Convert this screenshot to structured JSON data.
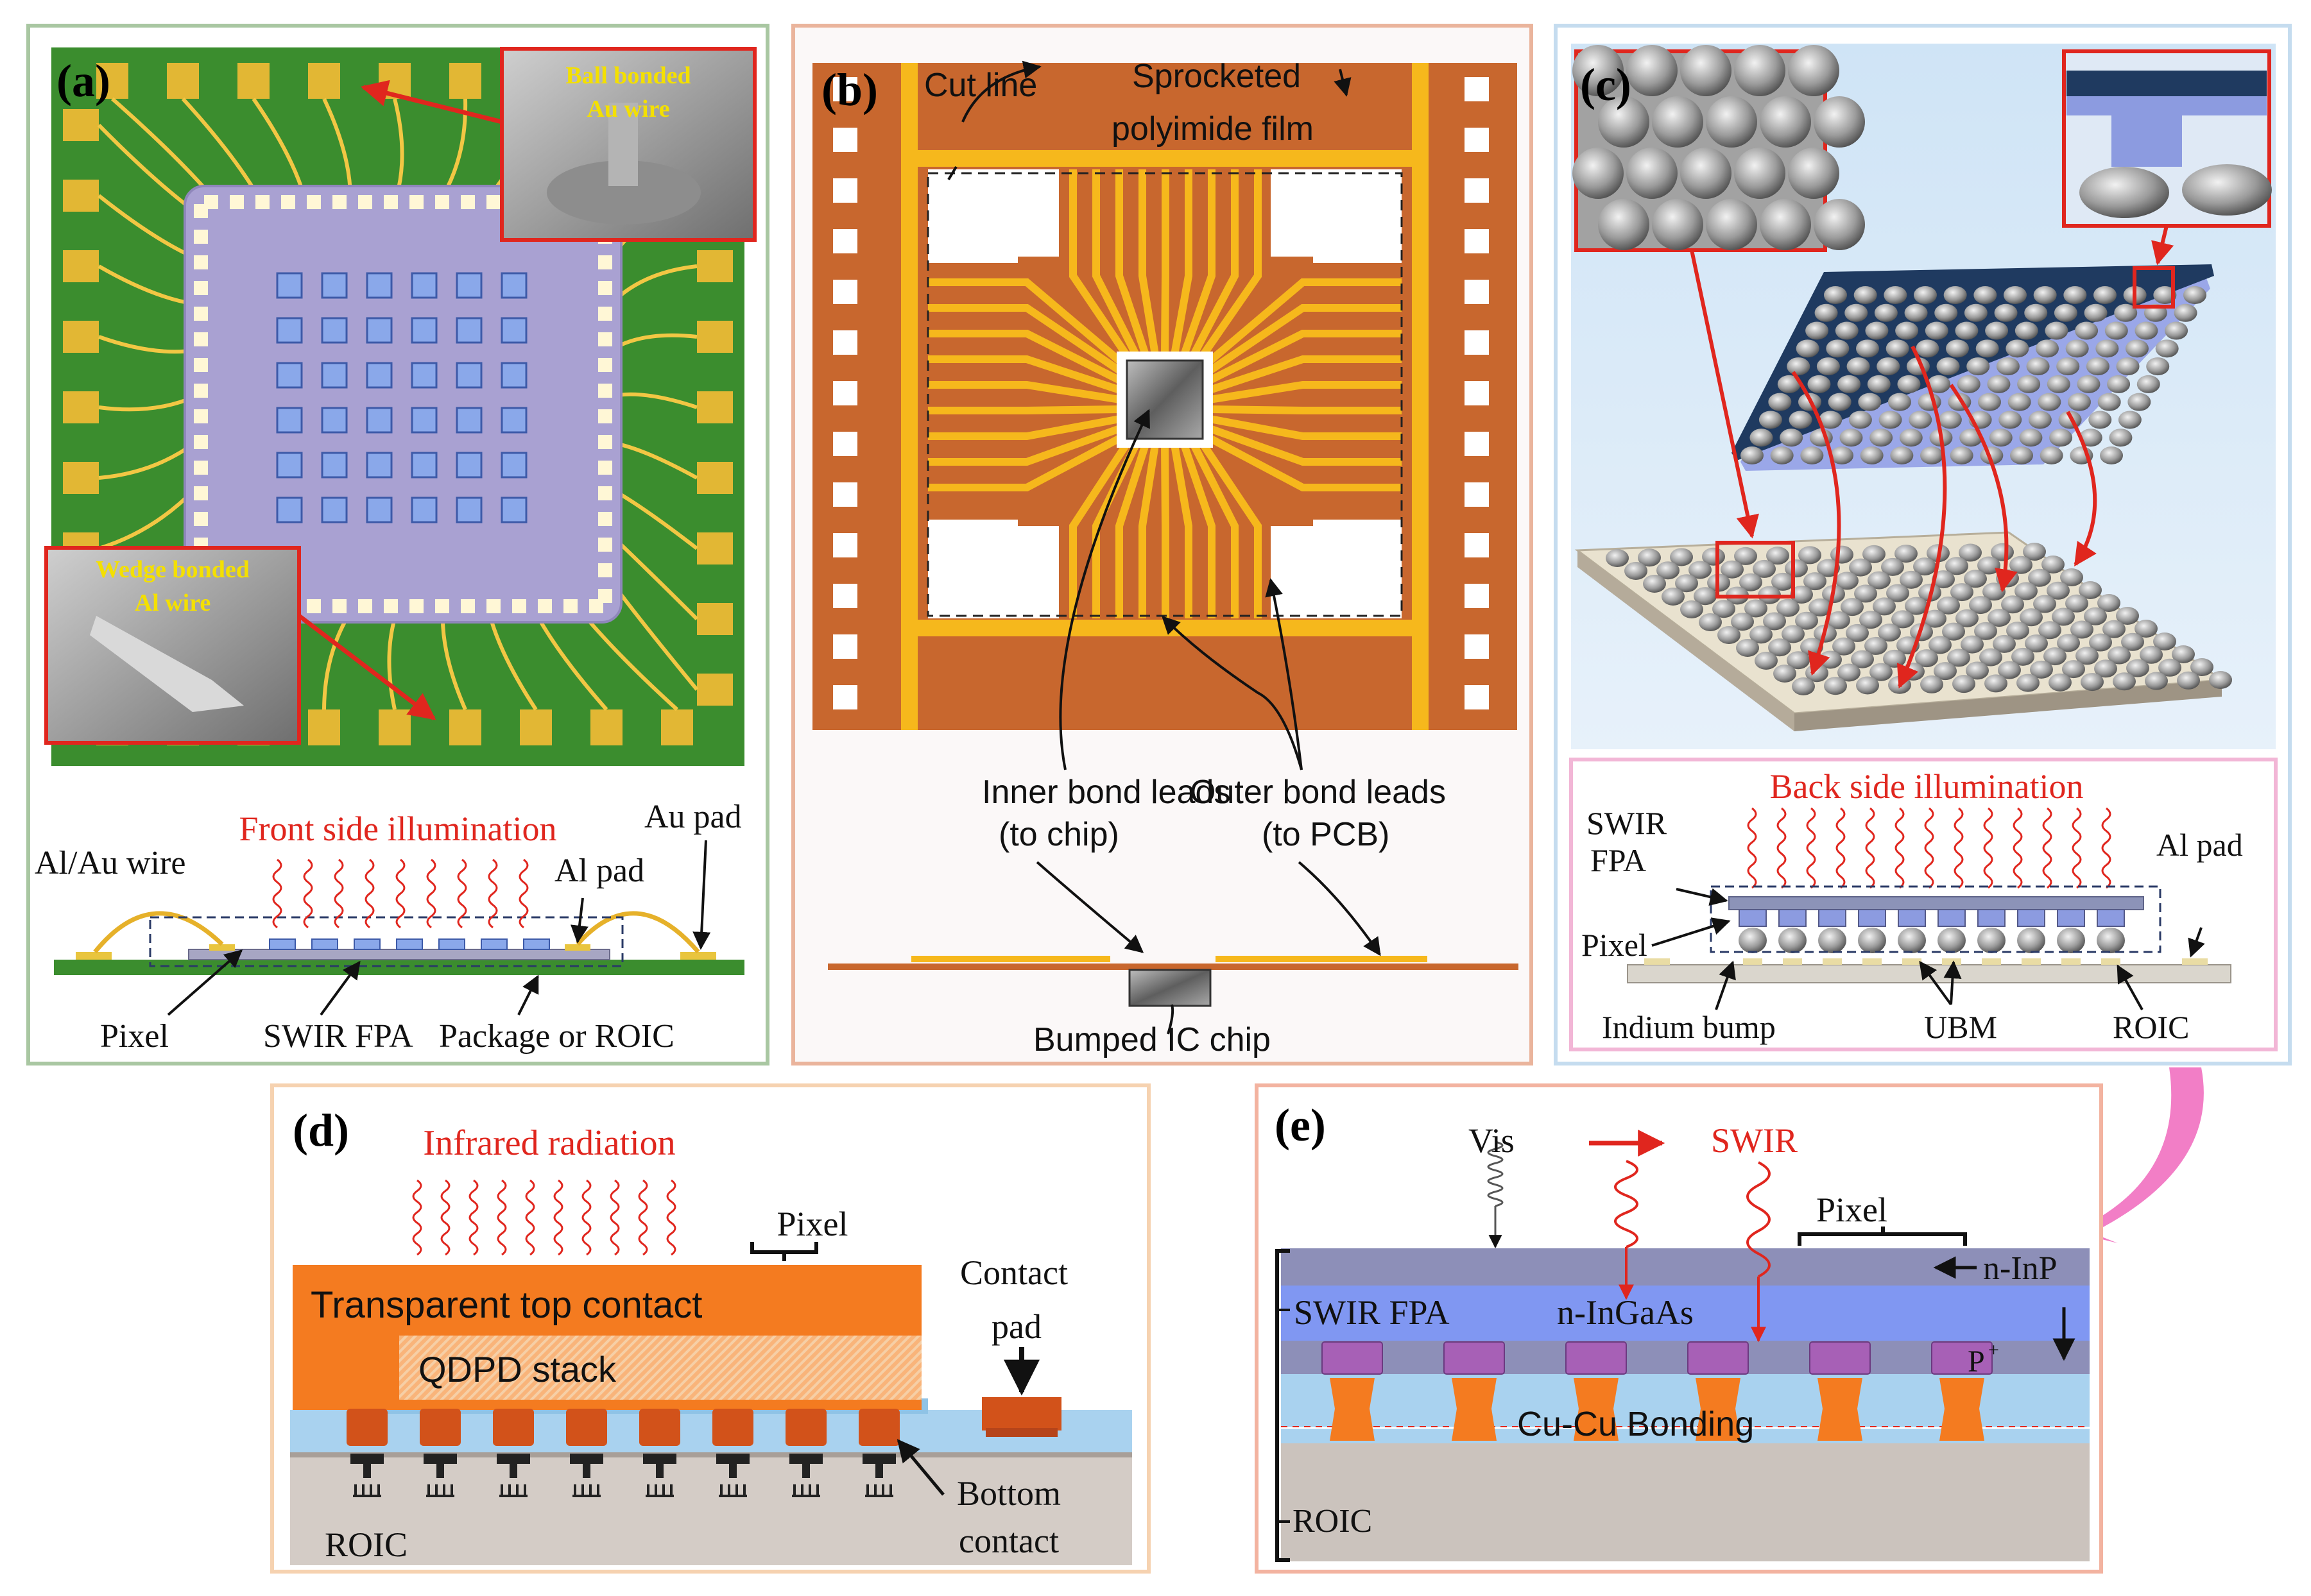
{
  "colors": {
    "border_a": "#a9c7a2",
    "border_b": "#eab49c",
    "border_c": "#c5dcef",
    "border_d": "#f6d2b0",
    "border_e": "#f3b3a0",
    "border_c_sub": "#f2b6d6",
    "red": "#e0261e",
    "pcb_green": "#3b8d2e",
    "gold": "#e2b734",
    "polyimide": "#c8672e",
    "lead_yellow": "#f6b81c",
    "orange_contact": "#f47b20",
    "bump_orange": "#d2521a",
    "roic_gray": "#c8c0b8",
    "blue_layer": "#a9d2ef",
    "fpa_purple": "#8d8fb8",
    "ingaas_blue": "#8097f2",
    "pink_arrow": "#f27ec6"
  },
  "panel_a": {
    "tag": "(a)",
    "inset_top": [
      "Ball bonded",
      "Au wire"
    ],
    "inset_bottom": [
      "Wedge bonded",
      "Al wire"
    ],
    "title": "Front side illumination",
    "labels": {
      "al_au_wire": "Al/Au wire",
      "al_pad": "Al pad",
      "au_pad": "Au pad",
      "pixel": "Pixel",
      "swir_fpa": "SWIR FPA",
      "package": "Package or ROIC"
    }
  },
  "panel_b": {
    "tag": "(b)",
    "cut_line": "Cut line",
    "film": [
      "Sprocketed",
      "polyimide film"
    ],
    "inner": [
      "Inner bond leads",
      "(to chip)"
    ],
    "outer": [
      "Outer bond leads",
      "(to PCB)"
    ],
    "chip": "Bumped IC chip"
  },
  "panel_c": {
    "tag": "(c)",
    "title": "Back side illumination",
    "labels": {
      "swir": "SWIR",
      "fpa": "FPA",
      "pixel": "Pixel",
      "al_pad": "Al pad",
      "indium": "Indium bump",
      "ubm": "UBM",
      "roic": "ROIC"
    }
  },
  "panel_d": {
    "tag": "(d)",
    "title": "Infrared radiation",
    "pixel": "Pixel",
    "top_contact": "Transparent top contact",
    "qdpd": "QDPD stack",
    "contact_pad": [
      "Contact",
      "pad"
    ],
    "bottom_contact": [
      "Bottom",
      "contact"
    ],
    "roic": "ROIC"
  },
  "panel_e": {
    "tag": "(e)",
    "vis": "Vis",
    "swir": "SWIR",
    "pixel": "Pixel",
    "n_inp": "n-InP",
    "swir_fpa": "SWIR FPA",
    "n_ingaas": "n-InGaAs",
    "p_plus": "P",
    "p_sup": "+",
    "cu_bond": "Cu-Cu Bonding",
    "roic": "ROIC"
  }
}
